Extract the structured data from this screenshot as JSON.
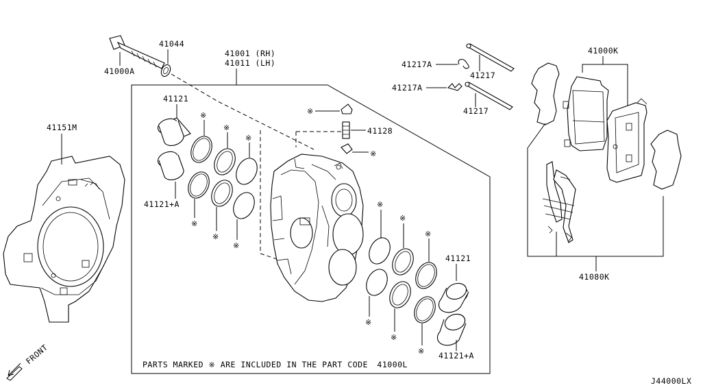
{
  "diagram_id": "J44000LX",
  "front_label": "FRONT",
  "note": {
    "prefix": "PARTS MARKED",
    "middle": "ARE INCLUDED IN THE PART CODE",
    "code": "41000L"
  },
  "star_symbol": "※",
  "callouts": {
    "c41000A": "41000A",
    "c41044": "41044",
    "c41001": "41001 (RH)",
    "c41011": "41011 (LH)",
    "c41151M": "41151M",
    "c41121_top": "41121",
    "c41121A_left": "41121+A",
    "c41128": "41128",
    "c41217A_1": "41217A",
    "c41217_1": "41217",
    "c41217A_2": "41217A",
    "c41217_2": "41217",
    "c41000K": "41000K",
    "c41080K": "41080K",
    "c41121_right": "41121",
    "c41121A_right": "41121+A"
  }
}
